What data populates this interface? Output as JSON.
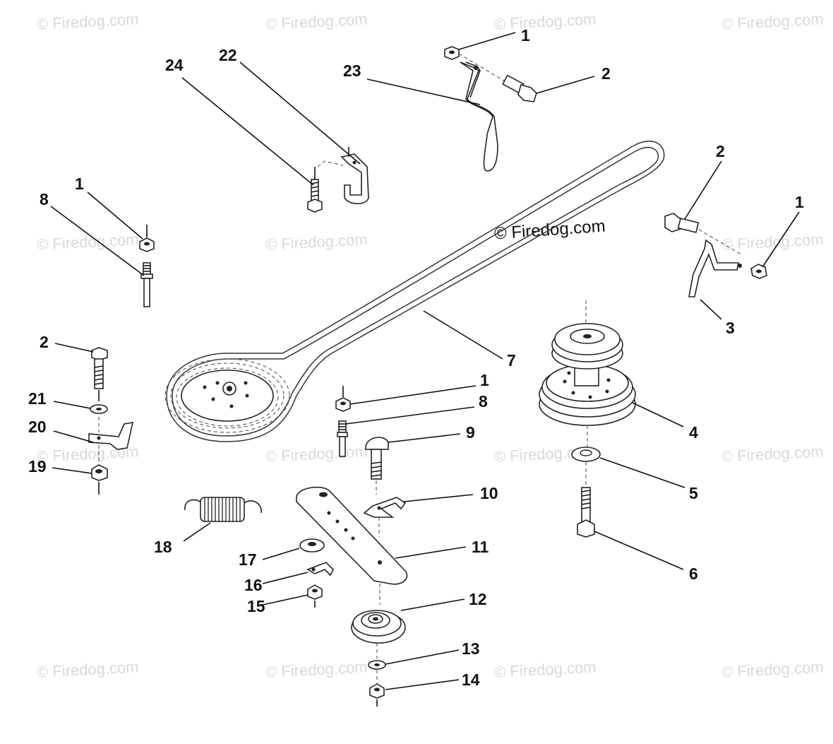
{
  "watermark": "© Firedog.com",
  "center_watermark": "© Firedog.com",
  "callouts": [
    "1",
    "2",
    "3",
    "4",
    "5",
    "6",
    "7",
    "8",
    "9",
    "10",
    "11",
    "12",
    "13",
    "14",
    "15",
    "16",
    "17",
    "18",
    "19",
    "20",
    "21",
    "22",
    "23",
    "24"
  ],
  "labels": {
    "top_bracket_nut": "1",
    "top_bracket_bolt": "2",
    "top_hook": "23",
    "hook_guide": "22",
    "hook_screw": "24",
    "left_nut": "1",
    "left_stud": "8",
    "right_bolt": "2",
    "right_nut": "1",
    "right_guide": "3",
    "belt": "7",
    "left_bolt": "2",
    "left_washer": "21",
    "left_bracket": "20",
    "left_locknut": "19",
    "mid_nut": "1",
    "mid_stud": "8",
    "carriage_bolt": "9",
    "belt_keeper": "10",
    "idler_arm": "11",
    "idler_pulley": "12",
    "pulley_washer": "13",
    "pulley_nut": "14",
    "spring": "18",
    "spacer": "17",
    "clip": "16",
    "small_nut": "15",
    "double_pulley": "4",
    "lock_washer": "5",
    "pulley_bolt": "6"
  }
}
